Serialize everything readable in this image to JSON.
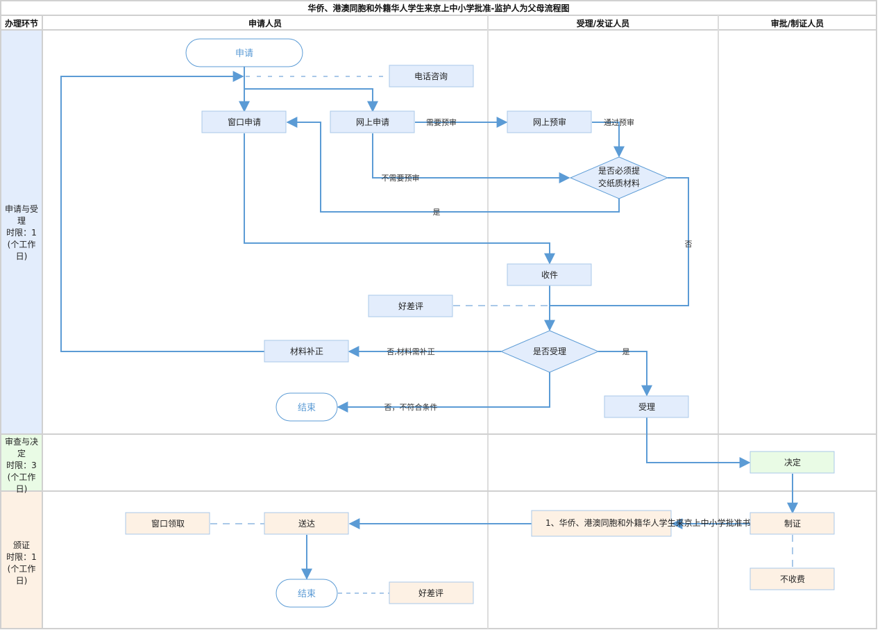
{
  "title": "华侨、港澳同胞和外籍华人学生来京上中小学批准-监护人为父母流程图",
  "columns": [
    {
      "id": "stage",
      "label": "办理环节"
    },
    {
      "id": "applicant",
      "label": "申请人员"
    },
    {
      "id": "acceptor",
      "label": "受理/发证人员"
    },
    {
      "id": "approver",
      "label": "审批/制证人员"
    }
  ],
  "lanes": [
    {
      "id": "apply",
      "lines": [
        "申请与受",
        "理",
        "时限：1",
        "(个工作",
        "日)"
      ],
      "color": "#e3edfc"
    },
    {
      "id": "review",
      "lines": [
        "审查与决",
        "定",
        "时限：3",
        "(个工作",
        "日)"
      ],
      "color": "#e9fbe5"
    },
    {
      "id": "issue",
      "lines": [
        "颁证",
        "时限：1",
        "(个工作",
        "日)"
      ],
      "color": "#fdf1e4"
    }
  ],
  "colors": {
    "edge": "#5b9bd5",
    "dashed_edge": "#a9c8e8",
    "node_border": "#a9c8e8",
    "node_blue": "#e3edfc",
    "node_green": "#e9fbe5",
    "node_orange": "#fdf1e4",
    "grid": "#d0d0d0"
  },
  "nodes": {
    "start": {
      "label": "申请",
      "shape": "terminal"
    },
    "phone": {
      "label": "电话咨询",
      "shape": "rect"
    },
    "window_apply": {
      "label": "窗口申请",
      "shape": "rect"
    },
    "online_apply": {
      "label": "网上申请",
      "shape": "rect"
    },
    "online_precheck": {
      "label": "网上预审",
      "shape": "rect"
    },
    "paper_decision": {
      "label": "是否必须提\n交纸质材料",
      "shape": "diamond"
    },
    "receive": {
      "label": "收件",
      "shape": "rect"
    },
    "rating1": {
      "label": "好差评",
      "shape": "rect"
    },
    "accept_decision": {
      "label": "是否受理",
      "shape": "diamond"
    },
    "supplement": {
      "label": "材料补正",
      "shape": "rect"
    },
    "end1": {
      "label": "结束",
      "shape": "terminal"
    },
    "accept": {
      "label": "受理",
      "shape": "rect"
    },
    "decide": {
      "label": "决定",
      "shape": "rect"
    },
    "certificate_doc": {
      "label": "1、华侨、港澳同胞和外籍华人学生来京上中小学批准书",
      "shape": "rect"
    },
    "make_cert": {
      "label": "制证",
      "shape": "rect"
    },
    "no_fee": {
      "label": "不收费",
      "shape": "rect"
    },
    "deliver": {
      "label": "送达",
      "shape": "rect"
    },
    "window_pickup": {
      "label": "窗口领取",
      "shape": "rect"
    },
    "end2": {
      "label": "结束",
      "shape": "terminal"
    },
    "rating2": {
      "label": "好差评",
      "shape": "rect"
    }
  },
  "edges": {
    "need_precheck": "需要预审",
    "pass_precheck": "通过预审",
    "no_precheck": "不需要预审",
    "yes_paper": "是",
    "no_paper": "否",
    "no_supplement": "否,材料需补正",
    "no_unqualified": "否，不符合条件",
    "yes_accept": "是"
  }
}
